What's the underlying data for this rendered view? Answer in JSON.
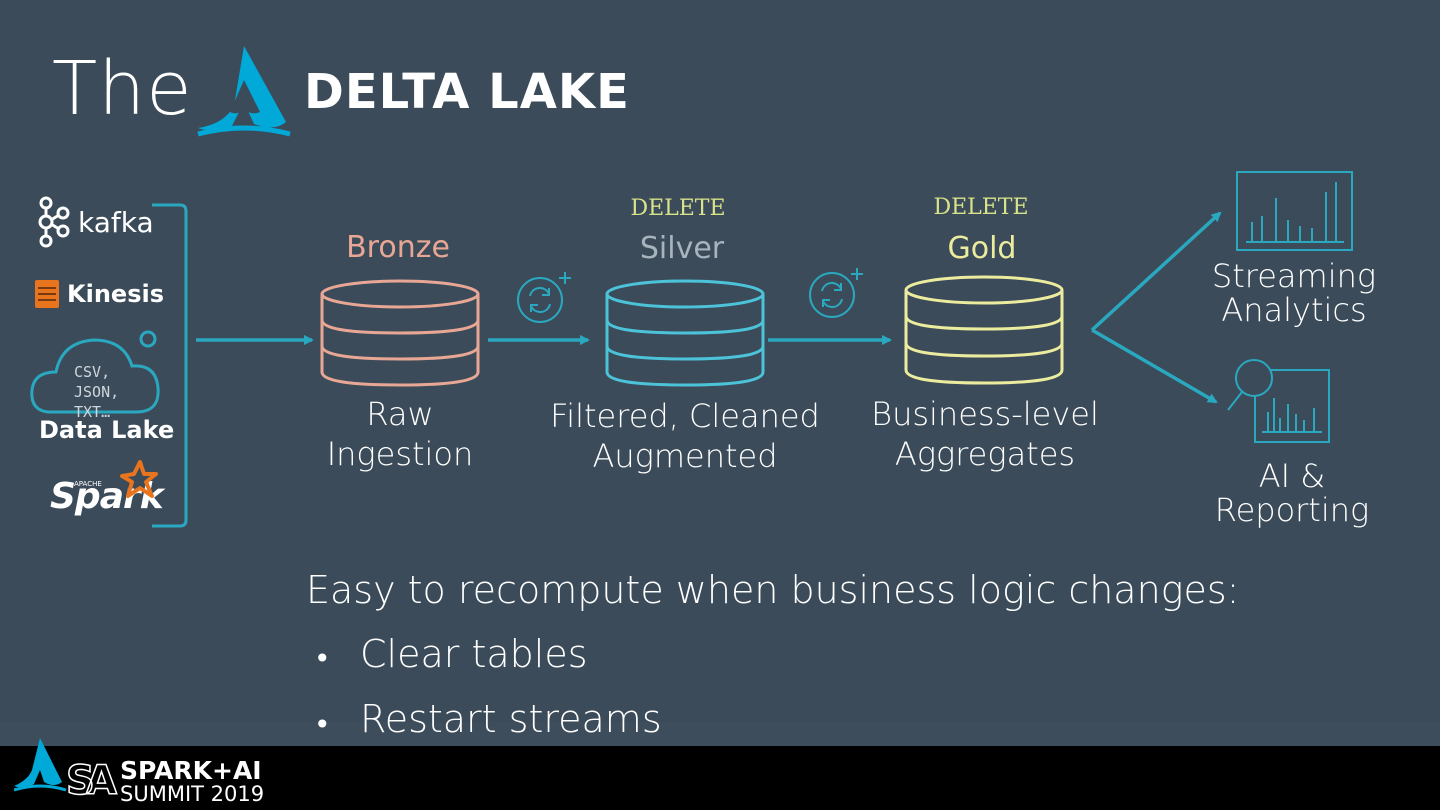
{
  "title": {
    "prefix": "The",
    "brand": "DELTA LAKE"
  },
  "sources": {
    "kafka": "kafka",
    "kinesis": "Kinesis",
    "cloud_formats": "CSV,\nJSON,\nTXT…",
    "data_lake": "Data Lake",
    "spark_small": "APACHE",
    "spark": "Spark"
  },
  "tiers": [
    {
      "name": "Bronze",
      "desc": "Raw\nIngestion",
      "color": "#e8a795"
    },
    {
      "name": "Silver",
      "desc": "Filtered, Cleaned\nAugmented",
      "color": "#a7b3bd",
      "delete_tag": "DELETE"
    },
    {
      "name": "Gold",
      "desc": "Business-level\nAggregates",
      "color": "#ecec9f",
      "delete_tag": "DELETE"
    }
  ],
  "outputs": {
    "streaming": "Streaming\nAnalytics",
    "reporting": "AI & Reporting"
  },
  "bottom": {
    "headline": "Easy to recompute when business logic changes:",
    "bullets": [
      "Clear tables",
      "Restart streams"
    ]
  },
  "footer": {
    "line1": "SPARK+AI",
    "line2": "SUMMIT 2019"
  },
  "colors": {
    "accent": "#2aa8c0",
    "bronze": "#e8a795",
    "silver_cyl": "#4cc3d9",
    "gold": "#ecec9f",
    "delete": "#d8e28a"
  }
}
